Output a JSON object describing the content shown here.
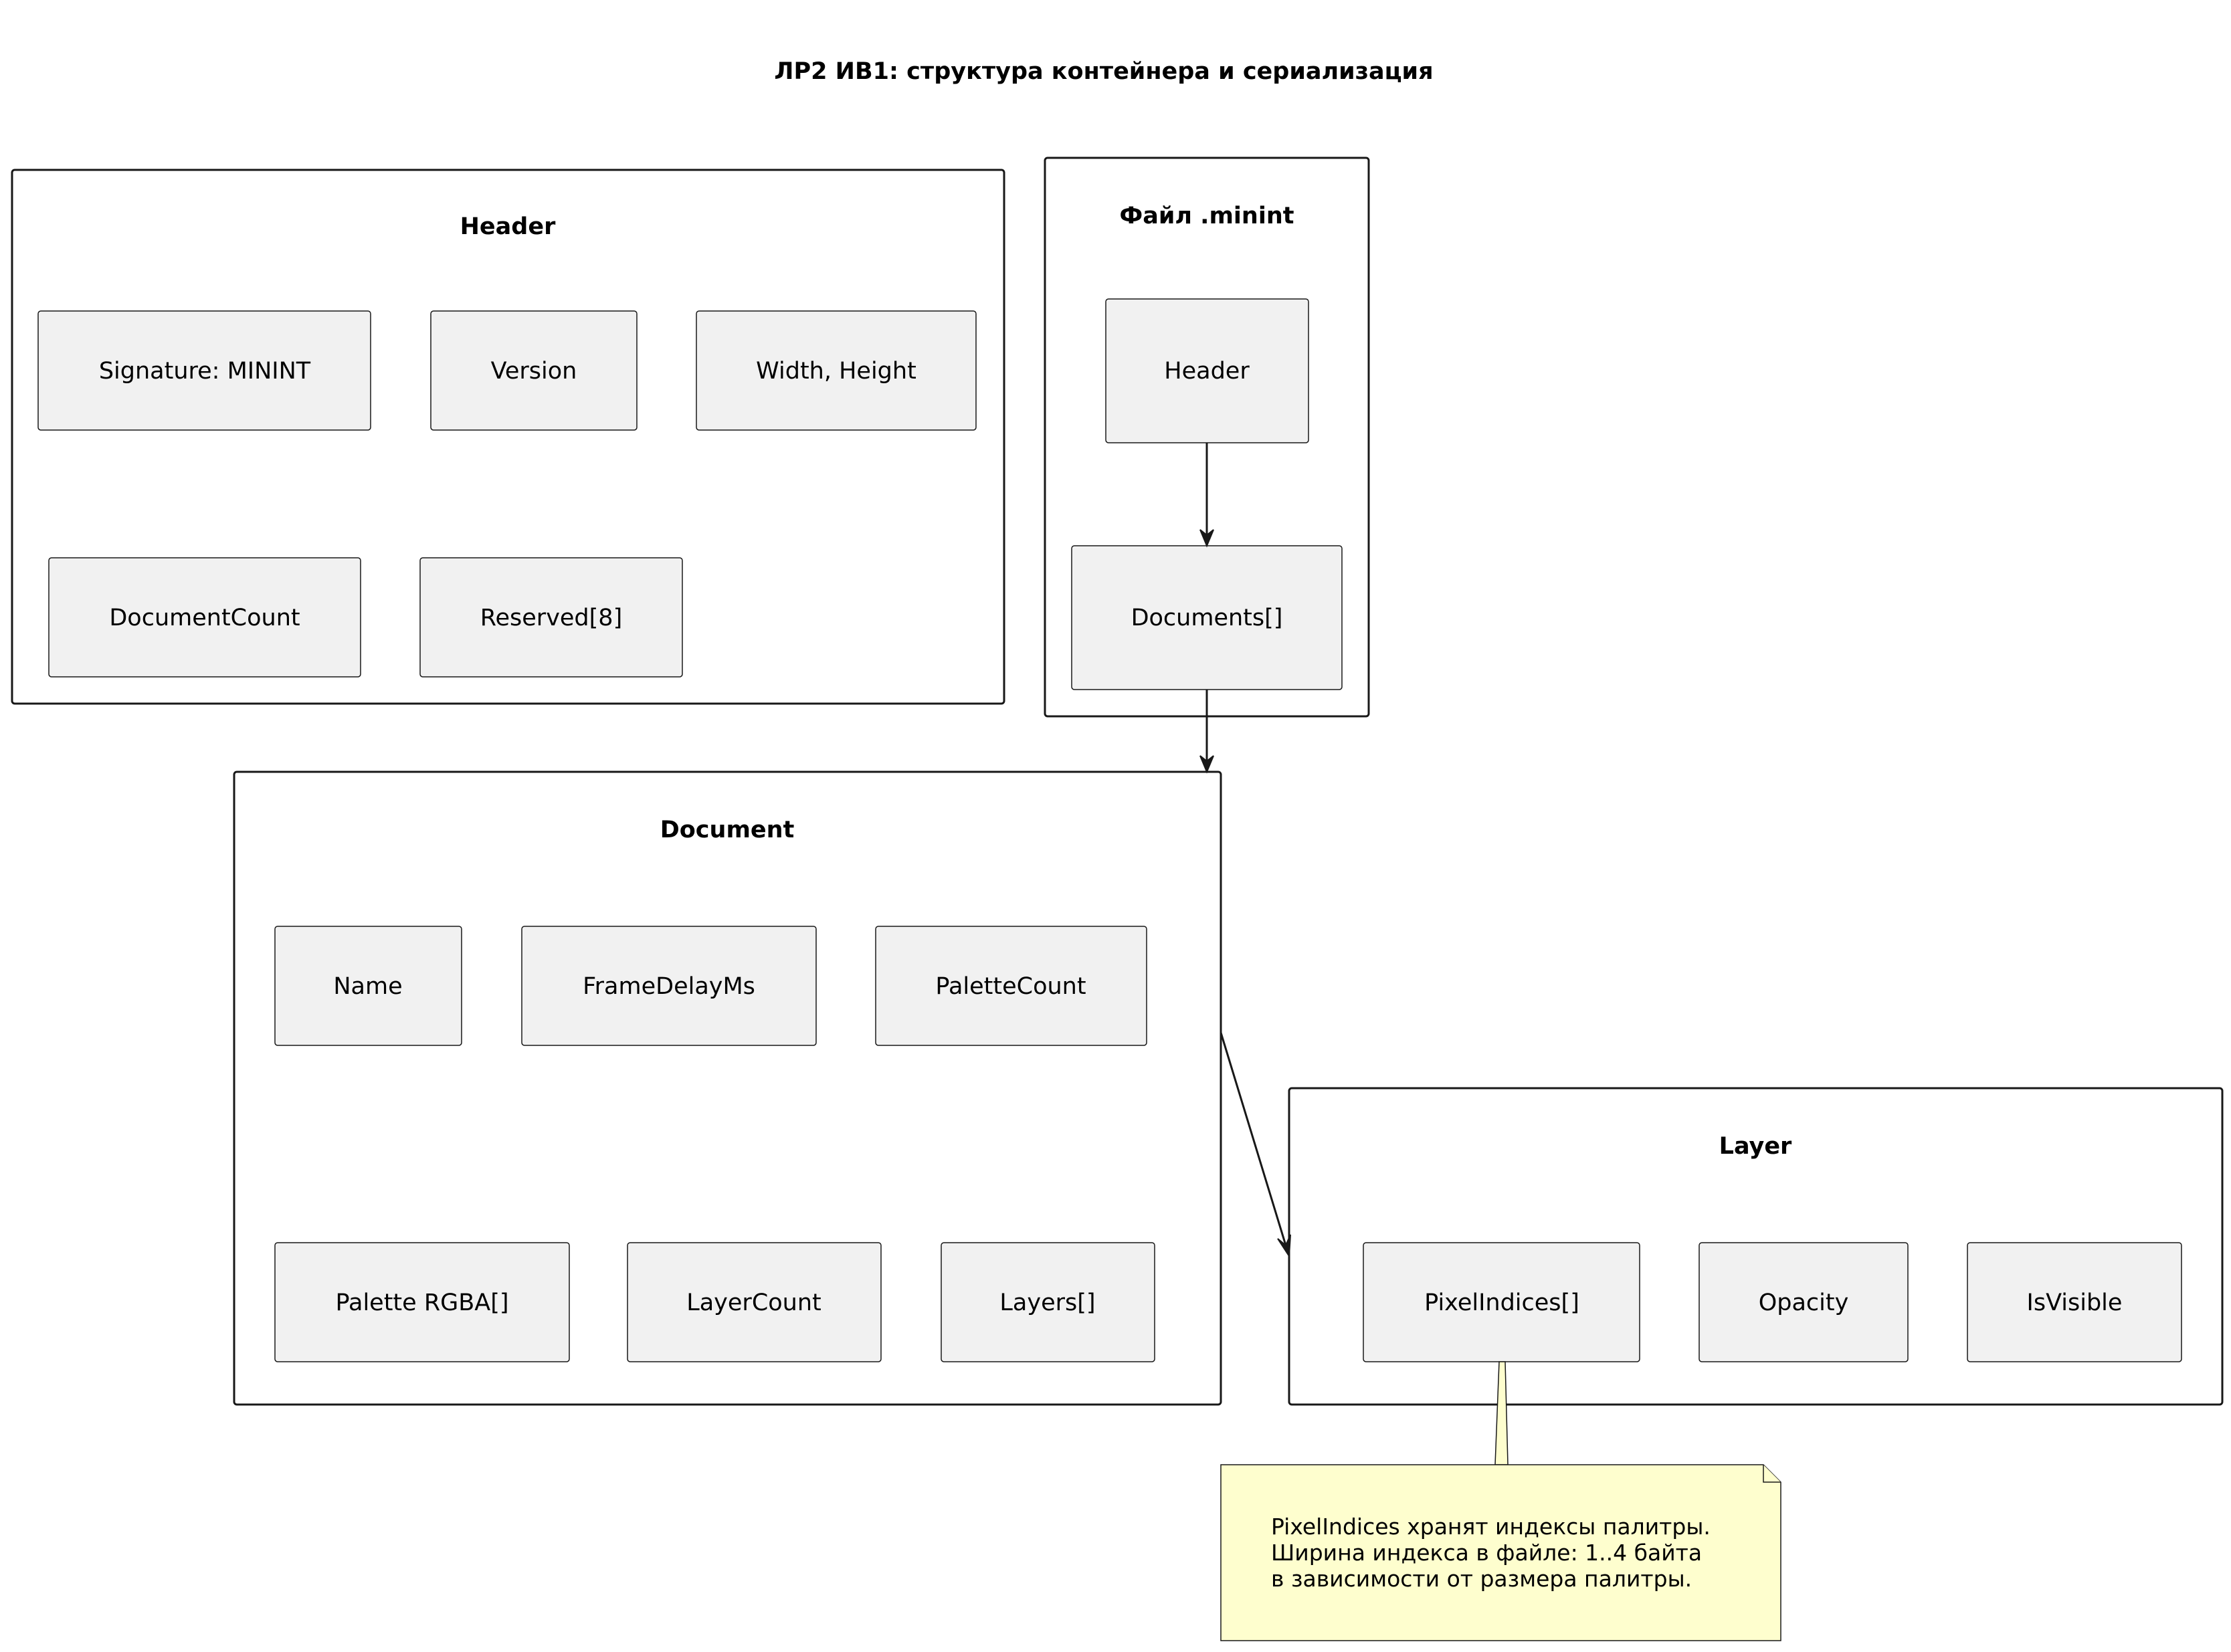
{
  "diagram": {
    "title": "ЛР2 ИВ1: структура контейнера и сериализация",
    "packages": {
      "header": {
        "title": "Header",
        "items": [
          "Signature: MININT",
          "Version",
          "Width, Height",
          "DocumentCount",
          "Reserved[8]"
        ]
      },
      "file": {
        "title": "Файл .minint",
        "items": [
          "Header",
          "Documents[]"
        ]
      },
      "document": {
        "title": "Document",
        "items": [
          "Name",
          "FrameDelayMs",
          "PaletteCount",
          "Palette RGBA[]",
          "LayerCount",
          "Layers[]"
        ]
      },
      "layer": {
        "title": "Layer",
        "items": [
          "PixelIndices[]",
          "Opacity",
          "IsVisible"
        ]
      }
    },
    "note": {
      "lines": [
        "PixelIndices хранят индексы палитры.",
        "Ширина индекса в файле: 1..4 байта",
        "в зависимости от размера палитры."
      ]
    },
    "edges": [
      {
        "from": "file.Header",
        "to": "file.Documents[]"
      },
      {
        "from": "file.Documents[]",
        "to": "Document"
      },
      {
        "from": "Document",
        "to": "Layer"
      }
    ]
  }
}
